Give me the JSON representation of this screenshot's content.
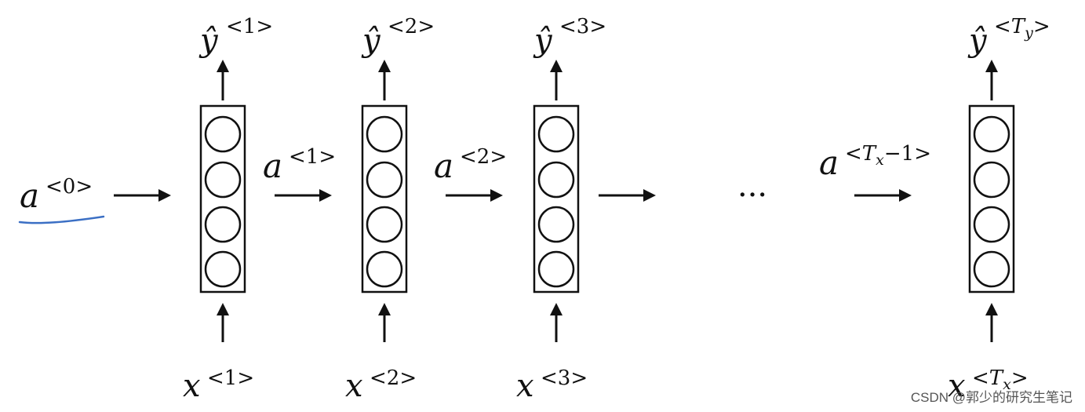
{
  "diagram": {
    "cells": [
      {
        "output": {
          "base": "ŷ",
          "sup": "<1>"
        },
        "input": {
          "base": "x",
          "sup": "<1>"
        }
      },
      {
        "output": {
          "base": "ŷ",
          "sup": "<2>"
        },
        "input": {
          "base": "x",
          "sup": "<2>"
        }
      },
      {
        "output": {
          "base": "ŷ",
          "sup": "<3>"
        },
        "input": {
          "base": "x",
          "sup": "<3>"
        }
      },
      {
        "output": {
          "base": "ŷ",
          "sup_open": "<",
          "sup_var": "T",
          "sup_sub": "y",
          "sup_close": ">"
        },
        "input": {
          "base": "x",
          "sup_open": "<",
          "sup_var": "T",
          "sup_sub": "x",
          "sup_close": ">"
        }
      }
    ],
    "activations": [
      {
        "base": "a",
        "sup": "<0>"
      },
      {
        "base": "a",
        "sup": "<1>"
      },
      {
        "base": "a",
        "sup": "<2>"
      },
      {
        "base": "a",
        "sup_open": "<",
        "sup_var": "T",
        "sup_sub": "x",
        "sup_tail": "−1",
        "sup_close": ">"
      }
    ],
    "ellipsis": "···",
    "annotation_color": "#3b6fc4"
  },
  "watermark": "CSDN @郭少的研究生笔记"
}
